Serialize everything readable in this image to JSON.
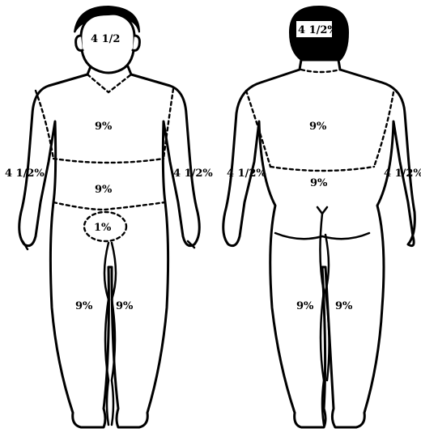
{
  "colors": {
    "ink": "#000000",
    "paper": "#ffffff"
  },
  "front": {
    "head": "4 1/2",
    "chest": "9%",
    "arm_right": "4 1/2%",
    "arm_left": "4 1/2%",
    "abdomen": "9%",
    "genital": "1%",
    "leg_right": "9%",
    "leg_left": "9%"
  },
  "back": {
    "head": "4 1/2%",
    "upper_back": "9%",
    "arm_left": "4 1/2%",
    "arm_right": "4 1/2%",
    "lower_back": "9%",
    "leg_left": "9%",
    "leg_right": "9%"
  }
}
